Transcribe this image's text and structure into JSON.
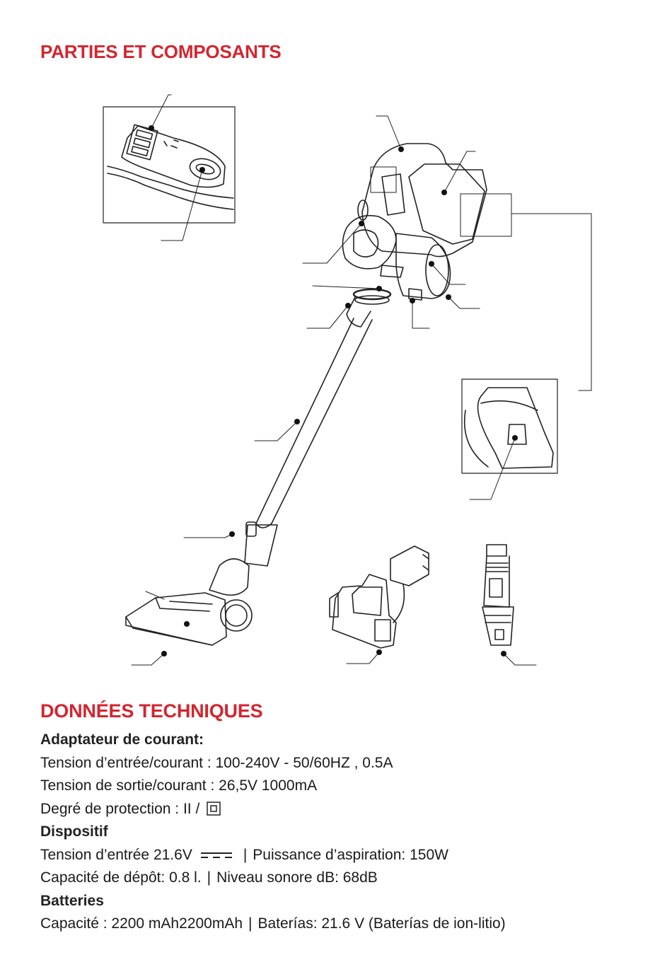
{
  "titles": {
    "parts": "PARTIES ET COMPOSANTS",
    "specs": "DONNÉES TECHNIQUES"
  },
  "specs": {
    "adapter_heading": "Adaptateur de courant:",
    "input": "Tension d’entrée/courant : 100-240V - 50/60HZ , 0.5A",
    "output": "Tension de sortie/courant : 26,5V 1000mA",
    "protection": "Degré de protection : II /",
    "device_heading": "Dispositif",
    "device_voltage": "Tension d’entrée 21.6V",
    "suction": "Puissance d’aspiration: 150W",
    "capacity": "Capacité de dépôt: 0.8 l.",
    "noise": "Niveau sonore dB: 68dB",
    "battery_heading": "Batteries",
    "battery_capacity": "Capacité : 2200 mAh2200mAh",
    "battery_type": "Baterías: 21.6 V (Baterías de ion-litio)",
    "separator": "|"
  },
  "icons": {
    "dc": "dc-current-symbol-icon",
    "class2": "double-insulation-icon"
  },
  "colors": {
    "accent": "#d22630",
    "text": "#1a1a1a"
  }
}
